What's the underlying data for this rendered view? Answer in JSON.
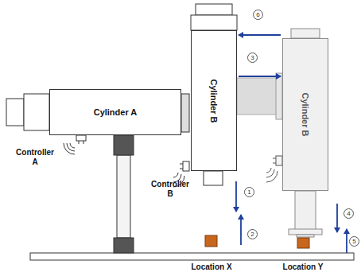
{
  "diagram": {
    "nodes": [
      {
        "text": [
          "Cylinder A"
        ]
      },
      {
        "text": [
          "Cylinder B"
        ]
      },
      {
        "text": [
          "Cylinder B"
        ]
      }
    ],
    "edges": [
      {
        "from": 1,
        "to": 2,
        "arrow": "to"
      },
      {
        "from": 2,
        "to": 1,
        "arrow": "to"
      }
    ],
    "labels": [
      "Controller A",
      "Controller B",
      "Location X",
      "Location Y",
      "1",
      "2",
      "3",
      "4",
      "5",
      "6"
    ]
  }
}
